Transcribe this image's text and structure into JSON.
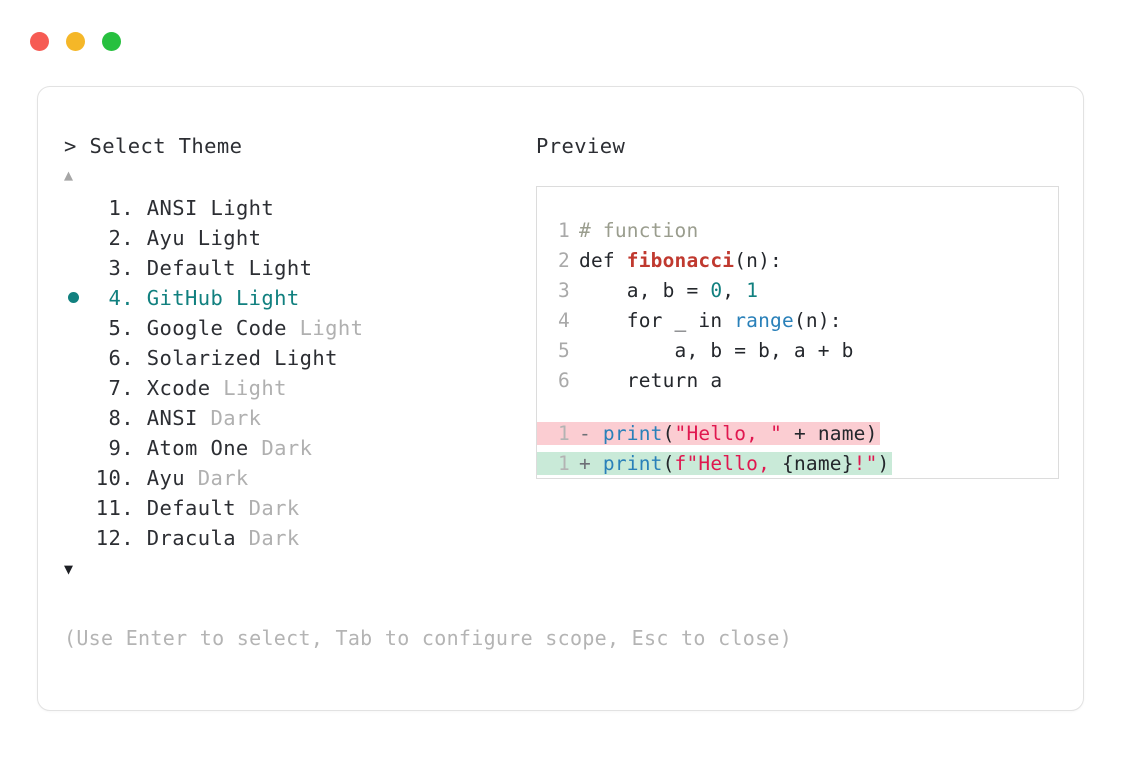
{
  "window": {
    "dots": [
      {
        "name": "close",
        "color": "#f65b53"
      },
      {
        "name": "minimize",
        "color": "#f5b728"
      },
      {
        "name": "maximize",
        "color": "#27c03f"
      }
    ]
  },
  "selector": {
    "prompt": "> Select Theme",
    "scroll_up_indicator": "▲",
    "scroll_down_indicator": "▼",
    "selected_index": 4,
    "accent_color": "#11807f",
    "items": [
      {
        "number": "1.",
        "name": "ANSI",
        "variant": "Light",
        "variant_muted": false,
        "selected": false
      },
      {
        "number": "2.",
        "name": "Ayu",
        "variant": "Light",
        "variant_muted": false,
        "selected": false
      },
      {
        "number": "3.",
        "name": "Default",
        "variant": "Light",
        "variant_muted": false,
        "selected": false
      },
      {
        "number": "4.",
        "name": "GitHub",
        "variant": "Light",
        "variant_muted": false,
        "selected": true
      },
      {
        "number": "5.",
        "name": "Google Code",
        "variant": "Light",
        "variant_muted": true,
        "selected": false
      },
      {
        "number": "6.",
        "name": "Solarized",
        "variant": "Light",
        "variant_muted": false,
        "selected": false
      },
      {
        "number": "7.",
        "name": "Xcode",
        "variant": "Light",
        "variant_muted": true,
        "selected": false
      },
      {
        "number": "8.",
        "name": "ANSI",
        "variant": "Dark",
        "variant_muted": true,
        "selected": false
      },
      {
        "number": "9.",
        "name": "Atom One",
        "variant": "Dark",
        "variant_muted": true,
        "selected": false
      },
      {
        "number": "10.",
        "name": "Ayu",
        "variant": "Dark",
        "variant_muted": true,
        "selected": false
      },
      {
        "number": "11.",
        "name": "Default",
        "variant": "Dark",
        "variant_muted": true,
        "selected": false
      },
      {
        "number": "12.",
        "name": "Dracula",
        "variant": "Dark",
        "variant_muted": true,
        "selected": false
      }
    ],
    "hint": "(Use Enter to select, Tab to configure scope, Esc to close)"
  },
  "preview": {
    "title": "Preview",
    "code_lines": [
      {
        "ln": "1",
        "tokens": [
          {
            "t": "# function",
            "c": "comment"
          }
        ]
      },
      {
        "ln": "2",
        "tokens": [
          {
            "t": "def ",
            "c": "plain"
          },
          {
            "t": "fibonacci",
            "c": "func"
          },
          {
            "t": "(n):",
            "c": "plain"
          }
        ]
      },
      {
        "ln": "3",
        "tokens": [
          {
            "t": "    a, b = ",
            "c": "plain"
          },
          {
            "t": "0",
            "c": "num"
          },
          {
            "t": ", ",
            "c": "plain"
          },
          {
            "t": "1",
            "c": "num"
          }
        ]
      },
      {
        "ln": "4",
        "tokens": [
          {
            "t": "    for _ in ",
            "c": "plain"
          },
          {
            "t": "range",
            "c": "builtin"
          },
          {
            "t": "(n):",
            "c": "plain"
          }
        ]
      },
      {
        "ln": "5",
        "tokens": [
          {
            "t": "        a, b = b, a + b",
            "c": "plain"
          }
        ]
      },
      {
        "ln": "6",
        "tokens": [
          {
            "t": "    return a",
            "c": "plain"
          }
        ]
      }
    ],
    "diff_lines": [
      {
        "ln": "1",
        "kind": "del",
        "sign": "- ",
        "bg": "#fbcdd2",
        "tokens": [
          {
            "t": "print",
            "c": "builtin"
          },
          {
            "t": "(",
            "c": "plain"
          },
          {
            "t": "\"Hello, \"",
            "c": "string"
          },
          {
            "t": " + name)",
            "c": "plain"
          }
        ]
      },
      {
        "ln": "1",
        "kind": "add",
        "sign": "+ ",
        "bg": "#c9ead8",
        "tokens": [
          {
            "t": "print",
            "c": "builtin"
          },
          {
            "t": "(",
            "c": "plain"
          },
          {
            "t": "f\"Hello, ",
            "c": "string"
          },
          {
            "t": "{name}",
            "c": "plain"
          },
          {
            "t": "!\"",
            "c": "string"
          },
          {
            "t": ")",
            "c": "plain"
          }
        ]
      }
    ]
  }
}
